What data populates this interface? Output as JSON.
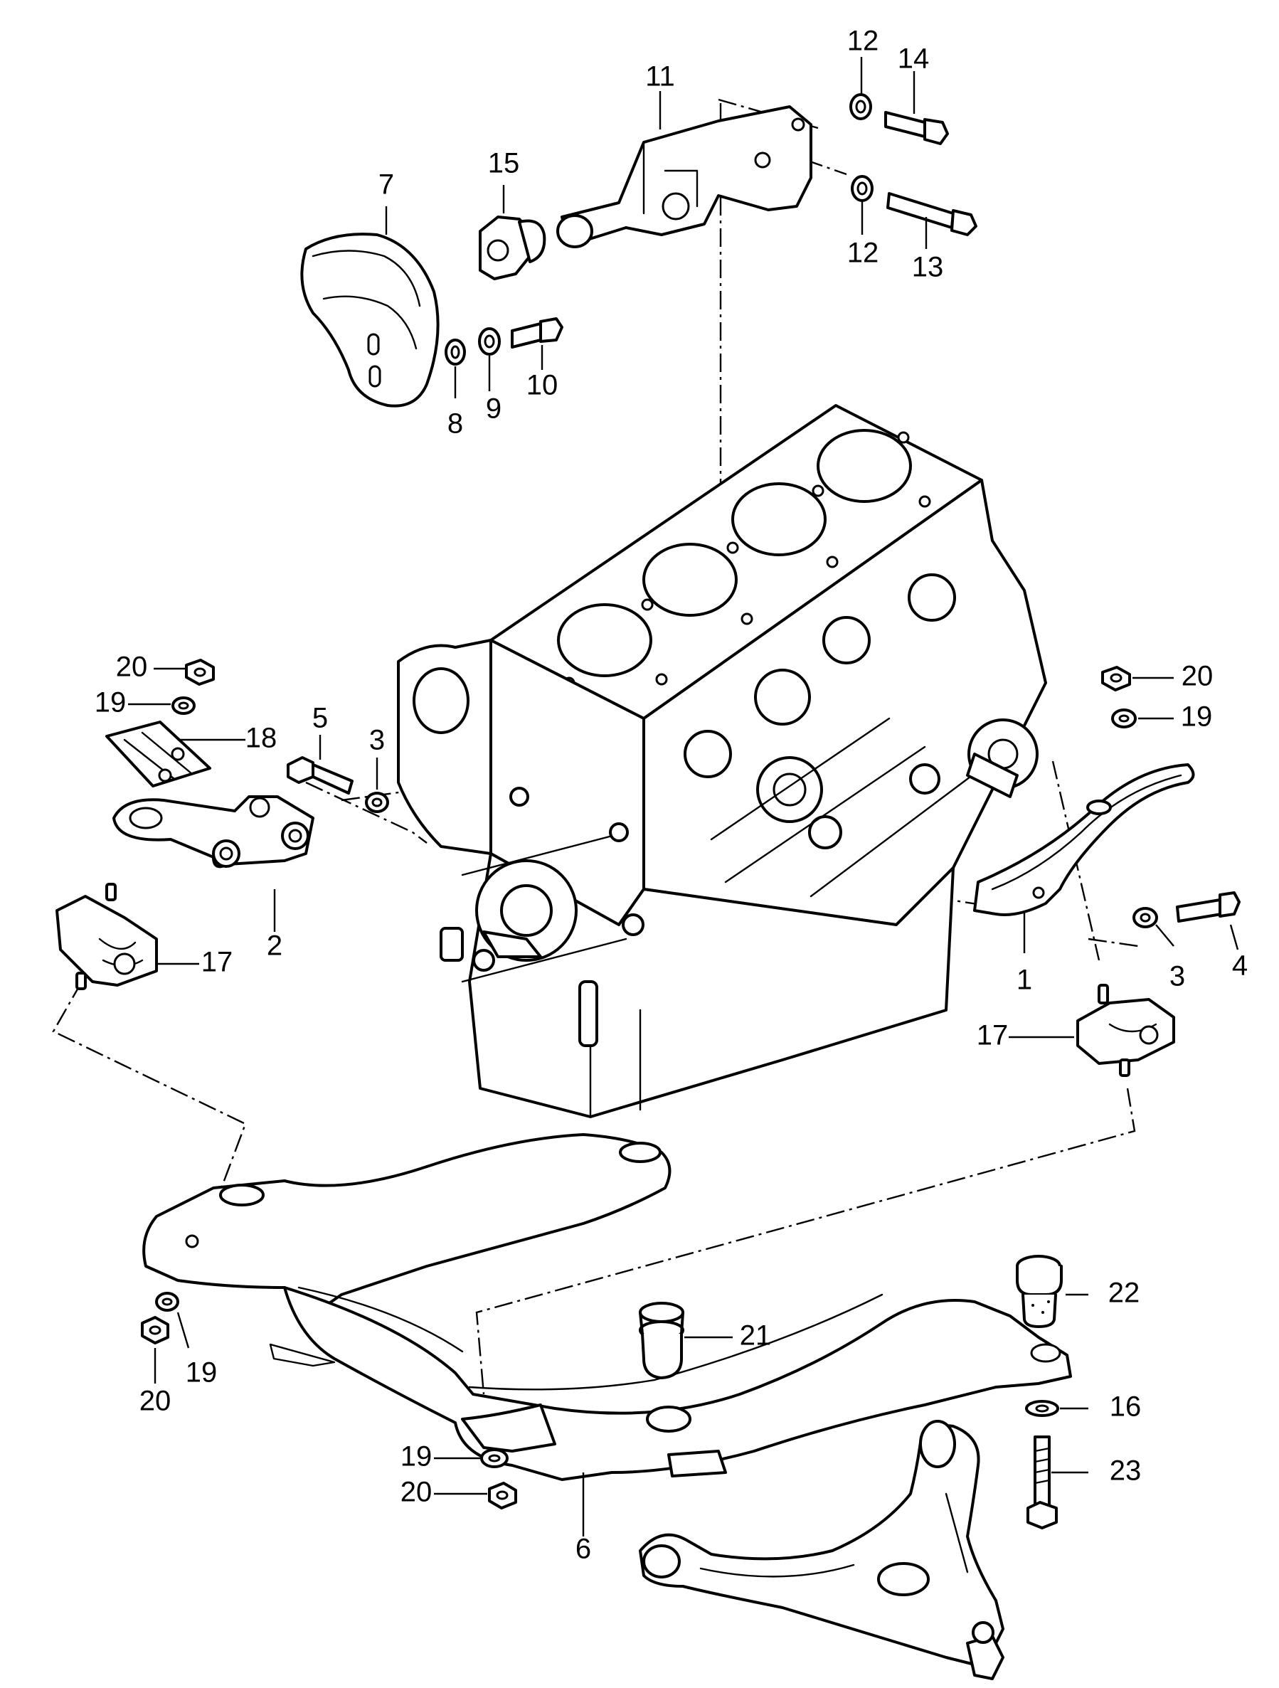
{
  "colors": {
    "ink": "#000000",
    "paper": "#ffffff"
  },
  "callouts": [
    {
      "id": "n1",
      "label": "1"
    },
    {
      "id": "n2",
      "label": "2"
    },
    {
      "id": "n3a",
      "label": "3"
    },
    {
      "id": "n3b",
      "label": "3"
    },
    {
      "id": "n4",
      "label": "4"
    },
    {
      "id": "n5",
      "label": "5"
    },
    {
      "id": "n6",
      "label": "6"
    },
    {
      "id": "n7",
      "label": "7"
    },
    {
      "id": "n8",
      "label": "8"
    },
    {
      "id": "n9",
      "label": "9"
    },
    {
      "id": "n10",
      "label": "10"
    },
    {
      "id": "n11",
      "label": "11"
    },
    {
      "id": "n12a",
      "label": "12"
    },
    {
      "id": "n12b",
      "label": "12"
    },
    {
      "id": "n13",
      "label": "13"
    },
    {
      "id": "n14",
      "label": "14"
    },
    {
      "id": "n15",
      "label": "15"
    },
    {
      "id": "n16",
      "label": "16"
    },
    {
      "id": "n17a",
      "label": "17"
    },
    {
      "id": "n17b",
      "label": "17"
    },
    {
      "id": "n18",
      "label": "18"
    },
    {
      "id": "n19a",
      "label": "19"
    },
    {
      "id": "n19b",
      "label": "19"
    },
    {
      "id": "n19c",
      "label": "19"
    },
    {
      "id": "n19d",
      "label": "19"
    },
    {
      "id": "n20a",
      "label": "20"
    },
    {
      "id": "n20b",
      "label": "20"
    },
    {
      "id": "n20c",
      "label": "20"
    },
    {
      "id": "n20d",
      "label": "20"
    },
    {
      "id": "n21",
      "label": "21"
    },
    {
      "id": "n22",
      "label": "22"
    },
    {
      "id": "n23",
      "label": "23"
    }
  ]
}
